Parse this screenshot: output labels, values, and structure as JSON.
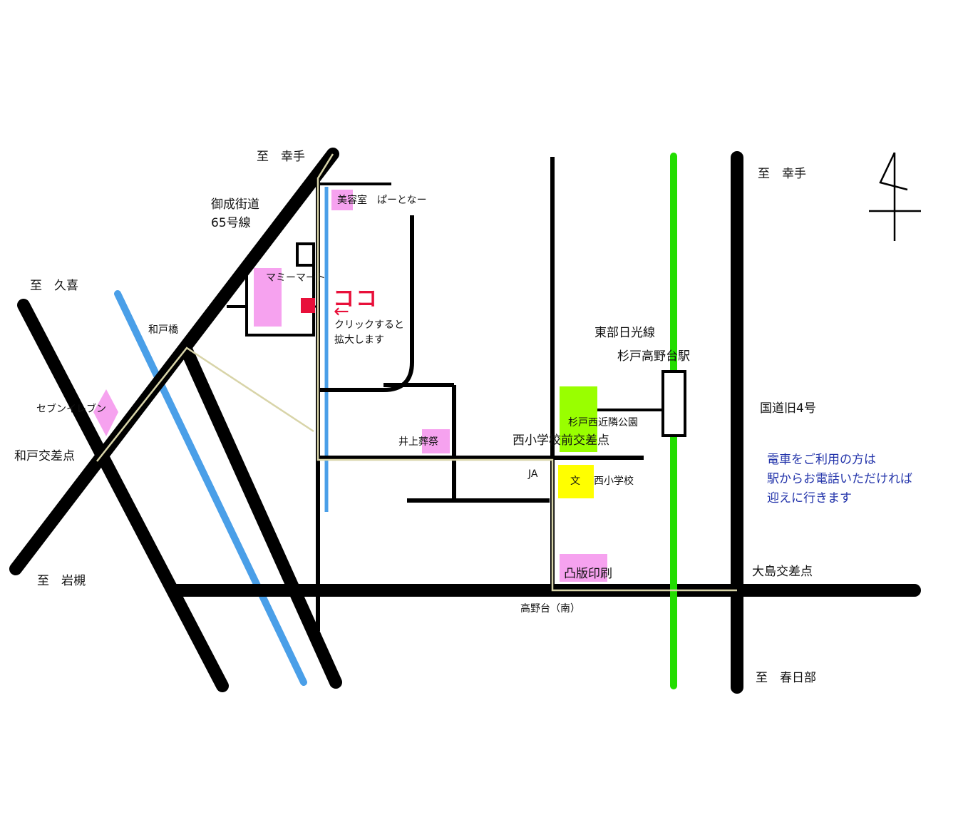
{
  "colors": {
    "road": "#000000",
    "river": "#4a9fe8",
    "rail": "#22dd00",
    "route": "#d8d4a8",
    "poi": "#f6a2ef",
    "target": "#e8103a",
    "park": "#99ff00",
    "school": "#ffff00",
    "note": "#2233aa"
  },
  "icons": {
    "north": "north-arrow-icon",
    "target": "destination-marker-icon"
  },
  "labels": {
    "to_satte_top": "至　幸手",
    "onari_road_line1": "御成街道",
    "onari_road_line2": "65号線",
    "to_kuki": "至　久喜",
    "wado_bridge": "和戸橋",
    "seven_eleven": "セブンイレブン",
    "wado_intersection": "和戸交差点",
    "to_iwatsuki": "至　岩槻",
    "beauty_salon": "美容室　ぱーとなー",
    "mammy_mart": "マミーマート",
    "inoue_funeral": "井上葬祭",
    "tobu_line": "東部日光線",
    "station": "杉戸高野台駅",
    "park": "杉戸西近隣公園",
    "school_crossing": "西小学校前交差点",
    "ja": "JA",
    "school_mark": "文",
    "school": "西小学校",
    "toppan": "凸版印刷",
    "takanodai_south": "高野台（南）",
    "to_satte_right": "至　幸手",
    "route4": "国道旧4号",
    "oshima_intersection": "大島交差点",
    "to_kasukabe": "至　春日部"
  },
  "here": {
    "label": "ココ",
    "arrow": "←",
    "hint_line1": "クリックすると",
    "hint_line2": "拡大します"
  },
  "notice": {
    "line1": "電車をご利用の方は",
    "line2": "駅からお電話いただければ",
    "line3": "迎えに行きます"
  }
}
